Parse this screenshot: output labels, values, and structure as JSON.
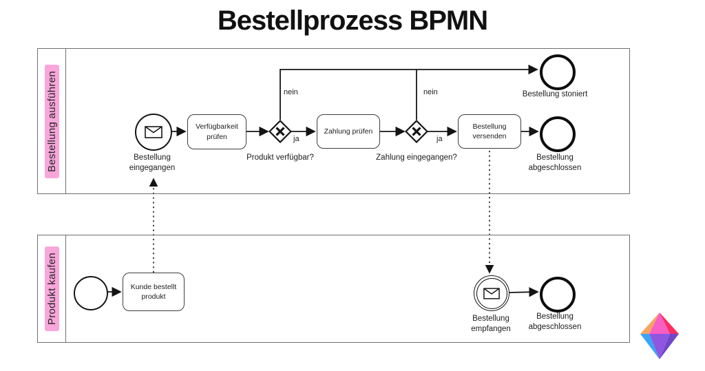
{
  "title": "Bestellprozess BPMN",
  "lanes": {
    "top": "Bestellung ausführen",
    "bottom": "Produkt kaufen"
  },
  "order_process": {
    "start_event": "Bestellung eingegangen",
    "task_availability": "Verfügbarkeit prüfen",
    "gateway_available": "Produkt verfügbar?",
    "task_payment": "Zahlung prüfen",
    "gateway_payment": "Zahlung eingegangen?",
    "task_ship": "Bestellung versenden",
    "end_cancelled": "Bestellung stoniert",
    "end_completed": "Bestellung abgeschlossen"
  },
  "purchase_process": {
    "task_order": "Kunde bestellt produkt",
    "catch_event": "Bestellung empfangen",
    "end_completed": "Bestellung abgeschlossen"
  },
  "edge_labels": {
    "yes": "ja",
    "no": "nein"
  },
  "icons": {
    "message": "envelope-icon",
    "exclusive_gateway": "x-gateway-icon",
    "logo": "gem-diamond-logo"
  },
  "colors": {
    "lane_highlight": "#F9A6DA",
    "flow_line": "#141414",
    "pool_border": "#6E6E6E",
    "logo_facets": [
      "#F7A55E",
      "#F75FC5",
      "#FA2E62",
      "#3BA4F6",
      "#8F56DF",
      "#6F47C9"
    ]
  }
}
